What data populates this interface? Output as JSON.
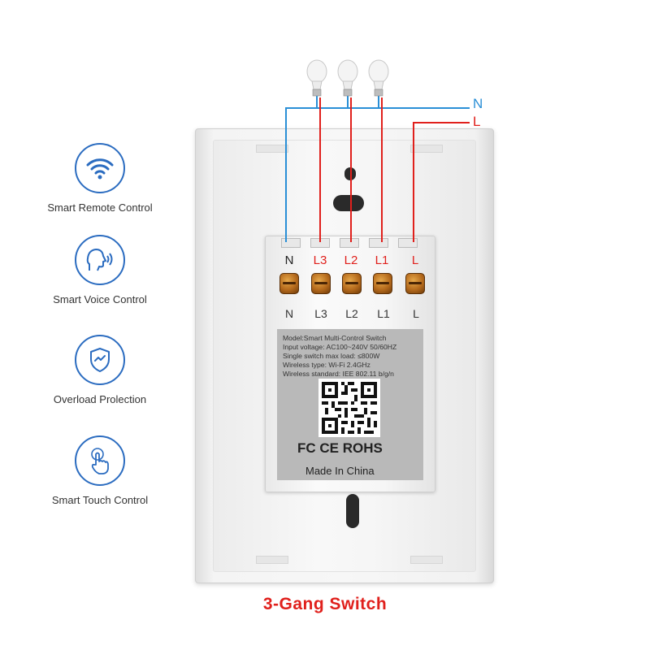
{
  "features": [
    {
      "label": "Smart Remote Control",
      "icon": "wifi-icon"
    },
    {
      "label": "Smart Voice Control",
      "icon": "voice-icon"
    },
    {
      "label": "Overload Prolection",
      "icon": "shield-check-icon"
    },
    {
      "label": "Smart Touch Control",
      "icon": "touch-hand-icon"
    }
  ],
  "wires": {
    "neutral_label": "N",
    "live_label": "L",
    "neutral_color": "#2a8fd6",
    "live_color": "#e0201c"
  },
  "terminals_top": [
    "N",
    "L3",
    "L2",
    "L1",
    "L"
  ],
  "terminals_bottom": [
    "N",
    "L3",
    "L2",
    "L1",
    "L"
  ],
  "specs": [
    "Model:Smart Multi-Control Switch",
    "Input voltage: AC100~240V 50/60HZ",
    "Single switch max load: ≤800W",
    "Wireless type: Wi-Fi 2.4GHz",
    "Wireless standard: IEE 802.11 b/g/n"
  ],
  "certifications": "FC  CE  ROHS",
  "made_in": "Made In China",
  "caption": "3-Gang Switch"
}
